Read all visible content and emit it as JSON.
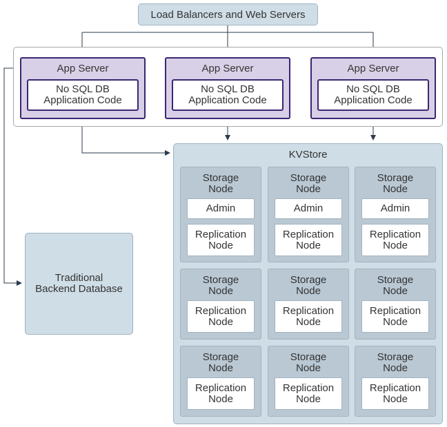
{
  "load_balancers": {
    "label": "Load Balancers and Web Servers"
  },
  "app_servers": [
    {
      "title": "App Server",
      "code_line1": "No SQL DB",
      "code_line2": "Application Code"
    },
    {
      "title": "App Server",
      "code_line1": "No SQL DB",
      "code_line2": "Application Code"
    },
    {
      "title": "App Server",
      "code_line1": "No SQL DB",
      "code_line2": "Application Code"
    }
  ],
  "traditional_db": {
    "line1": "Traditional",
    "line2": "Backend Database"
  },
  "kvstore": {
    "title": "KVStore",
    "storage_line1": "Storage",
    "storage_line2": "Node",
    "admin_label": "Admin",
    "replication_line1": "Replication",
    "replication_line2": "Node"
  },
  "colors": {
    "app_border": "#3b2574",
    "app_fill": "#d8d0e6",
    "kv_fill": "#cfdde6",
    "storage_fill": "#b9c8d3",
    "connector": "#2b3a4a"
  }
}
